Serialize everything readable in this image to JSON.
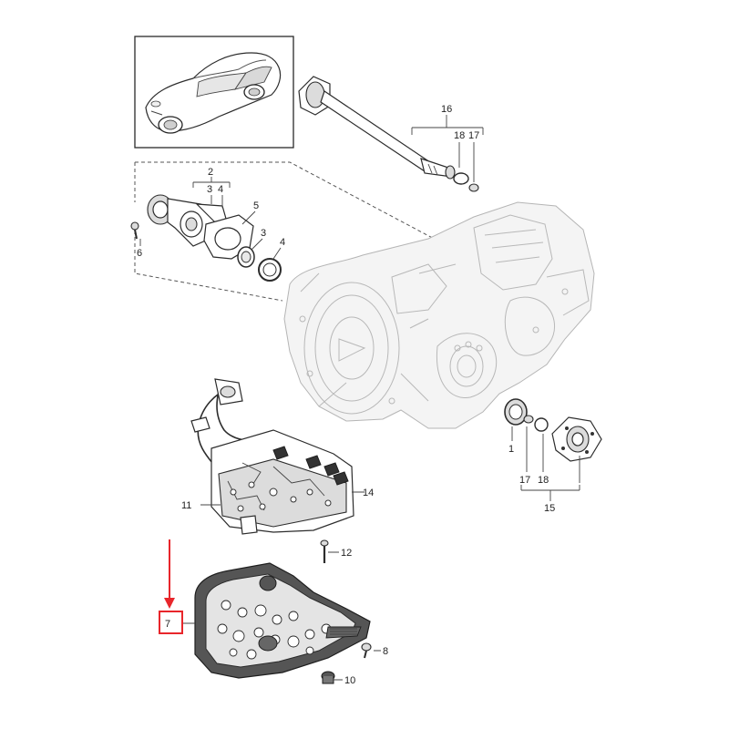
{
  "labels": {
    "l1": "1",
    "l2": "2",
    "l3a": "3",
    "l4a": "4",
    "l5": "5",
    "l3b": "3",
    "l4b": "4",
    "l6": "6",
    "l7": "7",
    "l8": "8",
    "l10": "10",
    "l11": "11",
    "l12": "12",
    "l14": "14",
    "l15": "15",
    "l16": "16",
    "l17a": "17",
    "l18a": "18",
    "l17b": "17",
    "l18b": "18"
  },
  "highlight": {
    "color": "#e8262b",
    "target": "7"
  },
  "icons": [
    "car-thumbnail-icon",
    "callout-arrow-icon"
  ]
}
